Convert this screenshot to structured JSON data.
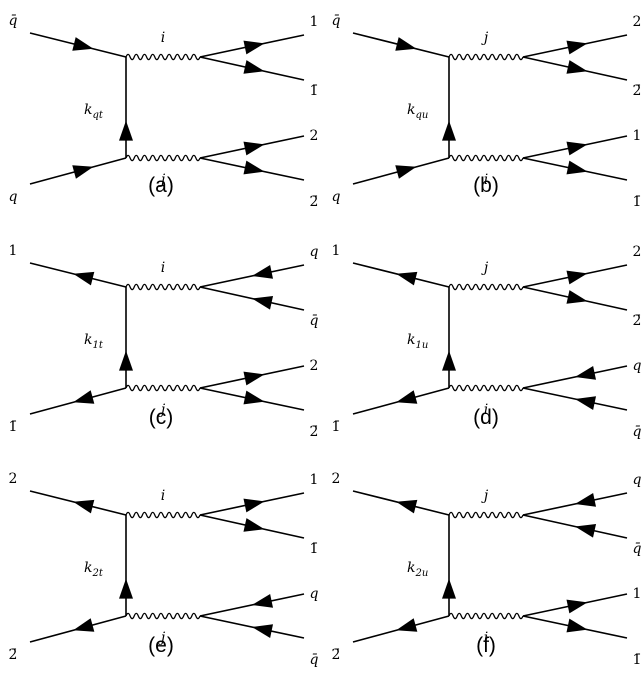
{
  "diagrams": [
    {
      "caption": "(a)",
      "top_left": "q̄",
      "bottom_left": "q",
      "top_boson": "i",
      "bottom_boson": "j",
      "top_right_out": "1",
      "top_right_in": "1̄",
      "bottom_right_out": "2",
      "bottom_right_in": "2̄",
      "propagator_main": "k",
      "propagator_sub": "qt",
      "top_left_direction": "in",
      "bottom_left_direction": "in",
      "top_right_first_direction": "out",
      "top_right_second_direction": "out",
      "bottom_right_first_direction": "out",
      "bottom_right_second_direction": "out"
    },
    {
      "caption": "(b)",
      "top_left": "q̄",
      "bottom_left": "q",
      "top_boson": "j",
      "bottom_boson": "i",
      "top_right_out": "2",
      "top_right_in": "2̄",
      "bottom_right_out": "1",
      "bottom_right_in": "1̄",
      "propagator_main": "k",
      "propagator_sub": "qu",
      "top_left_direction": "in",
      "bottom_left_direction": "in",
      "top_right_first_direction": "out",
      "top_right_second_direction": "out",
      "bottom_right_first_direction": "out",
      "bottom_right_second_direction": "out"
    },
    {
      "caption": "(c)",
      "top_left": "1",
      "bottom_left": "1̄",
      "top_boson": "i",
      "bottom_boson": "j",
      "top_right_out": "q",
      "top_right_in": "q̄",
      "bottom_right_out": "2",
      "bottom_right_in": "2̄",
      "propagator_main": "k",
      "propagator_sub": "1t",
      "top_left_direction": "out",
      "bottom_left_direction": "out",
      "top_right_first_direction": "in",
      "top_right_second_direction": "in",
      "bottom_right_first_direction": "out",
      "bottom_right_second_direction": "out"
    },
    {
      "caption": "(d)",
      "top_left": "1",
      "bottom_left": "1̄",
      "top_boson": "j",
      "bottom_boson": "i",
      "top_right_out": "2",
      "top_right_in": "2̄",
      "bottom_right_out": "q",
      "bottom_right_in": "q̄",
      "propagator_main": "k",
      "propagator_sub": "1u",
      "top_left_direction": "out",
      "bottom_left_direction": "out",
      "top_right_first_direction": "out",
      "top_right_second_direction": "out",
      "bottom_right_first_direction": "in",
      "bottom_right_second_direction": "in"
    },
    {
      "caption": "(e)",
      "top_left": "2",
      "bottom_left": "2̄",
      "top_boson": "i",
      "bottom_boson": "j",
      "top_right_out": "1",
      "top_right_in": "1̄",
      "bottom_right_out": "q",
      "bottom_right_in": "q̄",
      "propagator_main": "k",
      "propagator_sub": "2t",
      "top_left_direction": "out",
      "bottom_left_direction": "out",
      "top_right_first_direction": "out",
      "top_right_second_direction": "out",
      "bottom_right_first_direction": "in",
      "bottom_right_second_direction": "in"
    },
    {
      "caption": "(f)",
      "top_left": "2",
      "bottom_left": "2̄",
      "top_boson": "j",
      "bottom_boson": "i",
      "top_right_out": "q",
      "top_right_in": "q̄",
      "bottom_right_out": "1",
      "bottom_right_in": "1̄",
      "propagator_main": "k",
      "propagator_sub": "2u",
      "top_left_direction": "out",
      "bottom_left_direction": "out",
      "top_right_first_direction": "in",
      "top_right_second_direction": "in",
      "bottom_right_first_direction": "out",
      "bottom_right_second_direction": "out"
    }
  ]
}
